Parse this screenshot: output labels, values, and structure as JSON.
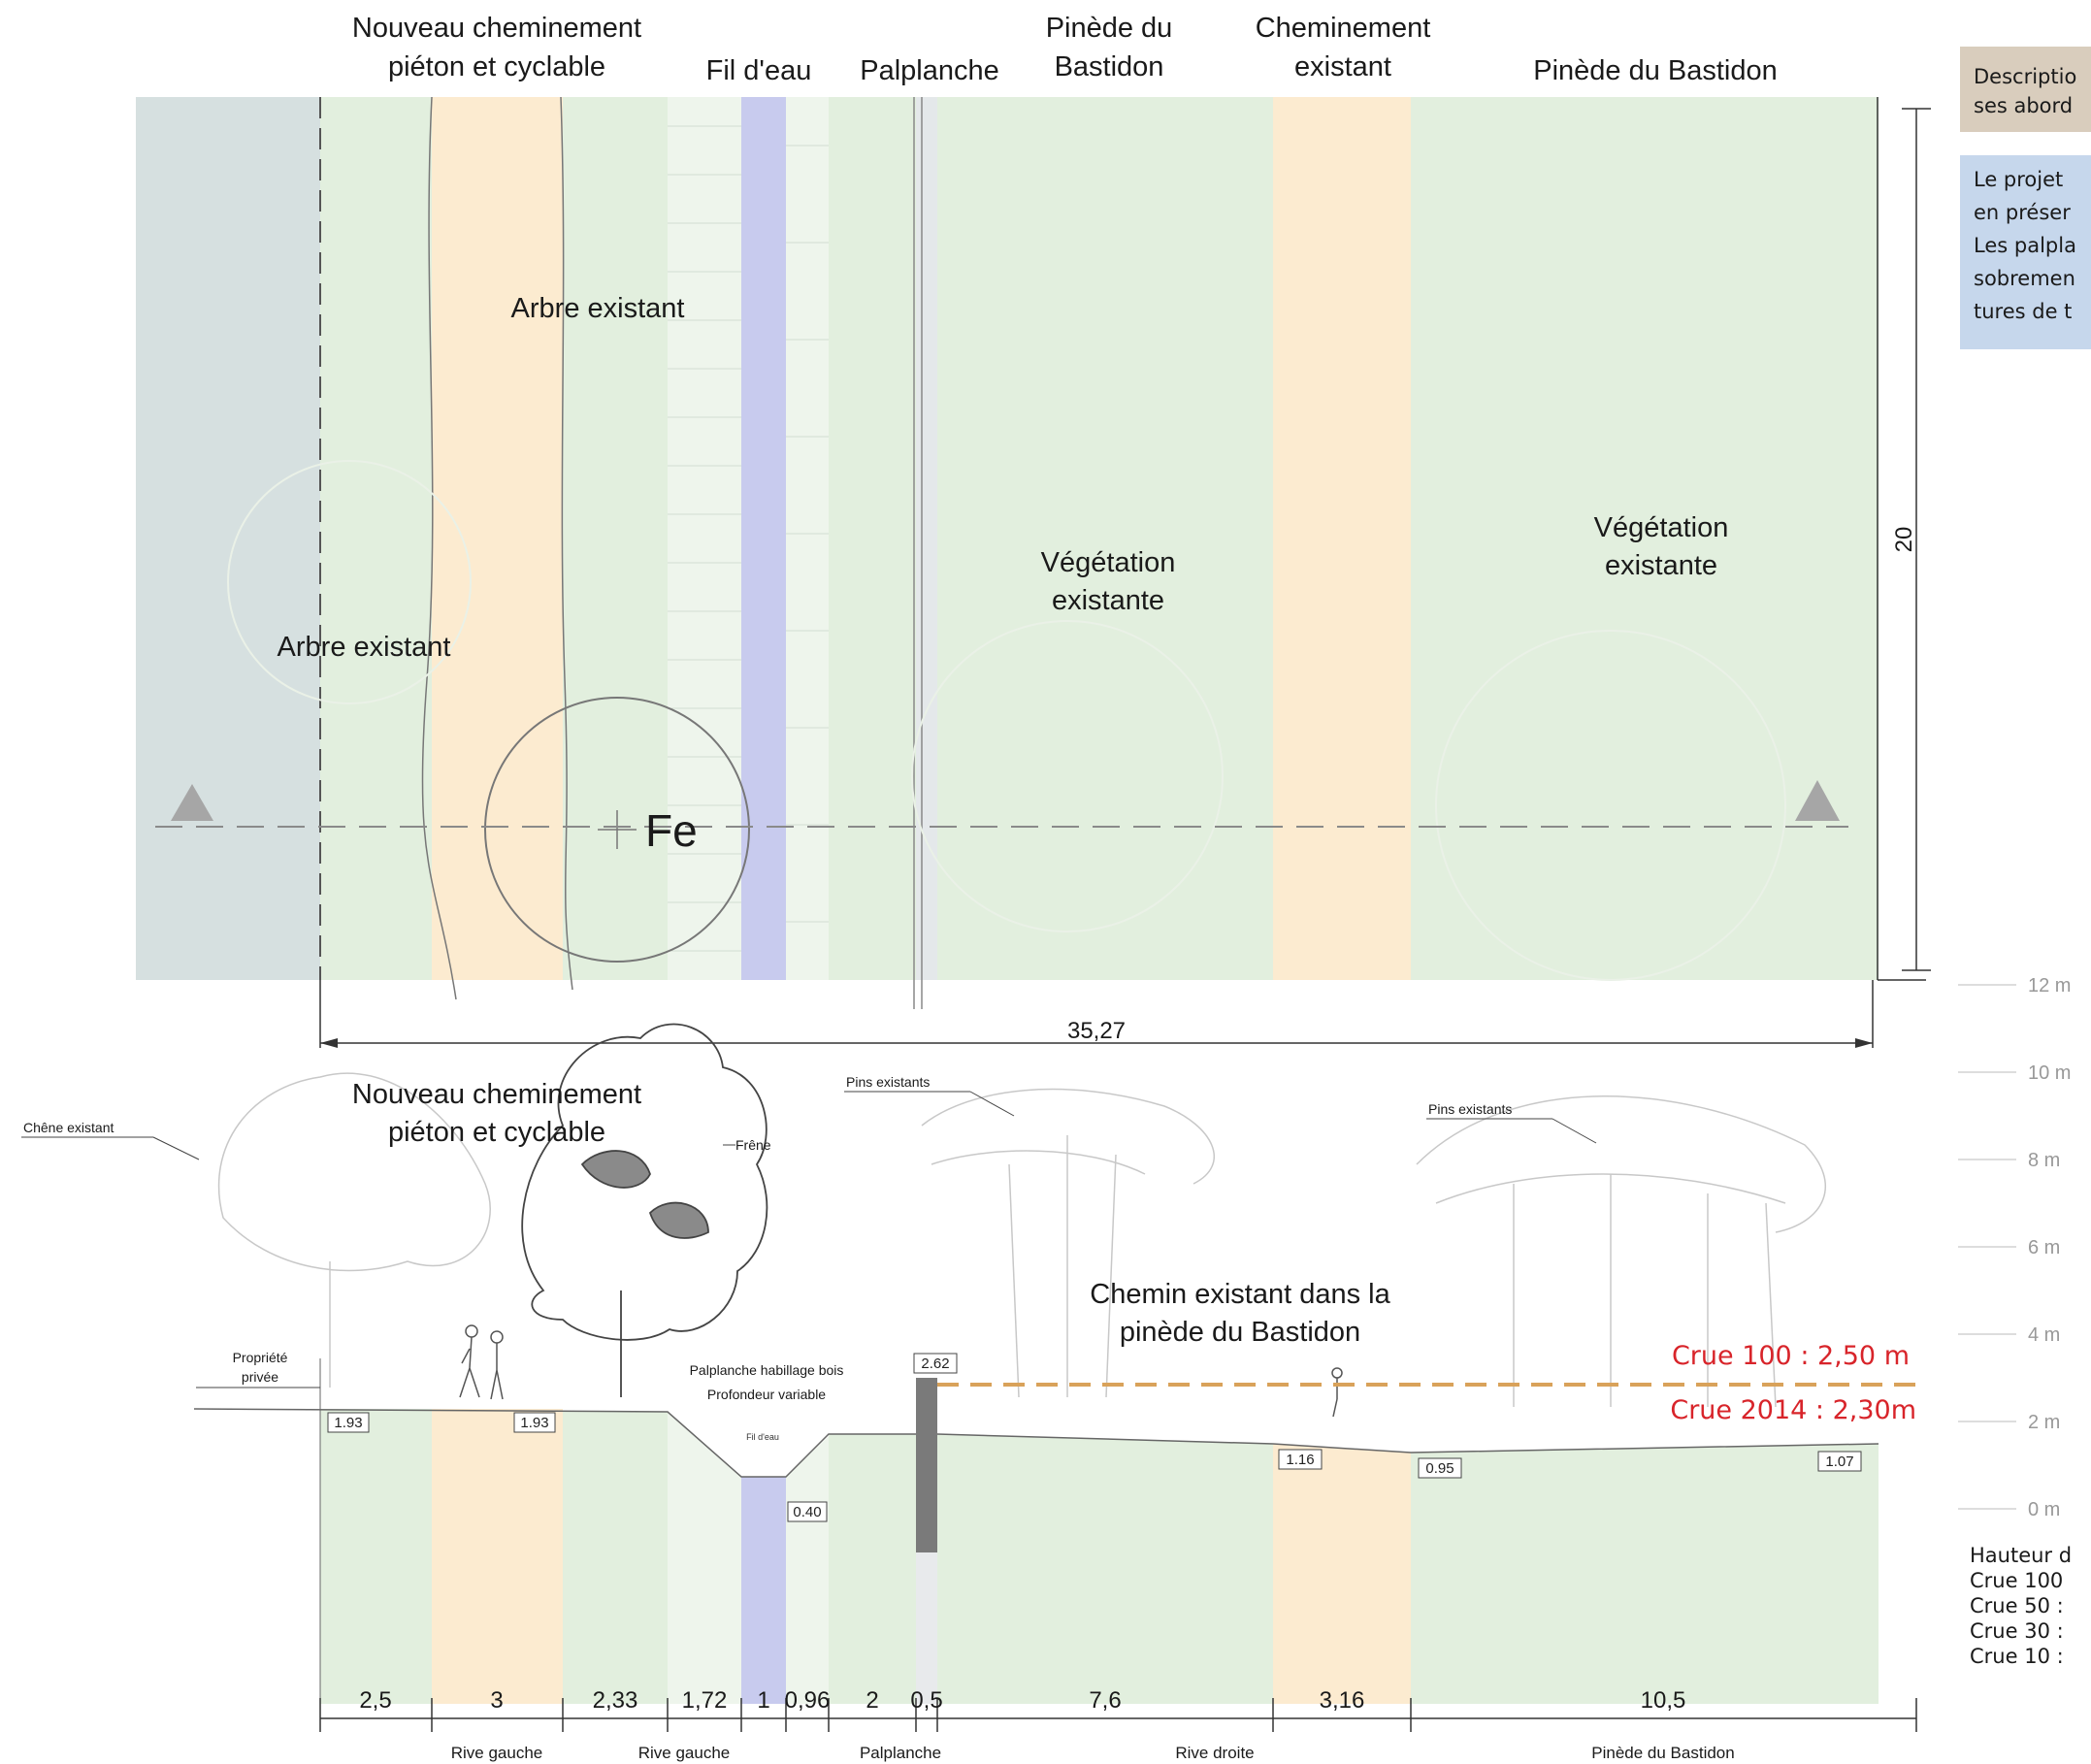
{
  "plan": {
    "band_labels": {
      "new_path_1": "Nouveau cheminement",
      "new_path_2": "piéton et cyclable",
      "fil_eau": "Fil d'eau",
      "palplanche": "Palplanche",
      "pinede_1": "Pinède du",
      "pinede_2": "Bastidon",
      "existing_path_1": "Cheminement",
      "existing_path_2": "existant",
      "pinede_full": "Pinède du Bastidon"
    },
    "arbre_existant_top": "Arbre existant",
    "arbre_existant_left": "Arbre existant",
    "vegetation_1": "Végétation",
    "vegetation_2": "existante",
    "fe_label": "Fe",
    "width_dim": "35,27",
    "height_dim": "20"
  },
  "section": {
    "tree_labels": {
      "chene": "Chêne existant",
      "frene": "Frêne",
      "pins_1": "Pins existants",
      "pins_2": "Pins existants"
    },
    "path_title_1": "Nouveau cheminement",
    "path_title_2": "piéton et cyclable",
    "chemin_1": "Chemin existant dans la",
    "chemin_2": "pinède du Bastidon",
    "propriete_1": "Propriété",
    "propriete_2": "privée",
    "palplanche_note_1": "Palplanche habillage bois",
    "palplanche_note_2": "Profondeur variable",
    "fil_eau_small": "Fil d'eau",
    "crue_100": "Crue 100 : 2,50 m",
    "crue_2014": "Crue 2014 : 2,30m",
    "elevations": {
      "e1": "1.93",
      "e2": "1.93",
      "e3": "0.40",
      "e4": "2.62",
      "e5": "1.16",
      "e6": "0.95",
      "e7": "1.07"
    },
    "widths": [
      "2,5",
      "3",
      "2,33",
      "1,72",
      "1",
      "0,96",
      "2",
      "0,5",
      "7,6",
      "3,16",
      "10,5"
    ],
    "zone_labels": {
      "z1": "Rive gauche",
      "z2": "Rive gauche",
      "z3": "Palplanche",
      "z4": "Rive droite",
      "z5": "Pinède du Bastidon"
    },
    "scale": [
      "12 m",
      "10 m",
      "8 m",
      "6 m",
      "4 m",
      "2 m",
      "0 m"
    ]
  },
  "side_panel": {
    "header_line1": "Descriptio",
    "header_line2": "ses abord",
    "body_lines": [
      "Le projet",
      "en préser",
      "Les palpla",
      "sobremen",
      "tures de t"
    ],
    "flood_lines": [
      "Hauteur d",
      "Crue 100",
      "Crue 50 :",
      "Crue 30 :",
      "Crue 10 :"
    ]
  },
  "colors": {
    "vegetation": "#e2efde",
    "path": "#fcebd0",
    "water": "#c8cbee",
    "private": "#d6e0e0",
    "crue_line": "#d9a25a",
    "crue_text": "#d8242a"
  }
}
